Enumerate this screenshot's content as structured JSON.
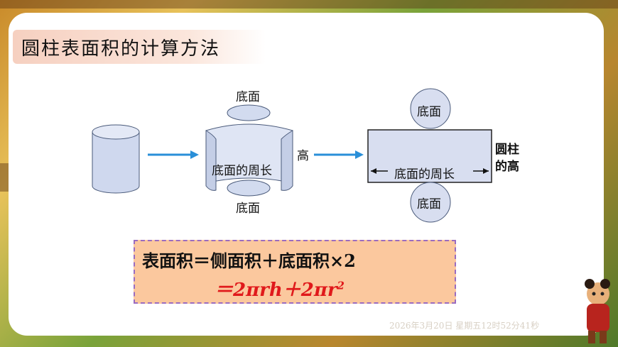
{
  "title": "圆柱表面积的计算方法",
  "labels": {
    "top_base": "底面",
    "bottom_base": "底面",
    "base_circumference_mid": "底面的周长",
    "height": "高",
    "rect_top_circle": "底面",
    "rect_bottom_circle": "底面",
    "rect_width": "底面的周长",
    "cylinder_height_line1": "圆柱",
    "cylinder_height_line2": "的高"
  },
  "formula": {
    "line1": "表面积＝侧面积＋底面积×2",
    "line2_prefix": "＝2πrh＋2πr",
    "line2_exp": "2"
  },
  "footer": {
    "datetime": "2026年3月20日 星期五12时52分41秒"
  },
  "colors": {
    "shape_fill": "#d8def0",
    "shape_stroke": "#4a5a7a",
    "arrow": "#2a8fd8",
    "formula_bg": "#fbc89e",
    "formula_red": "#e0191b"
  }
}
